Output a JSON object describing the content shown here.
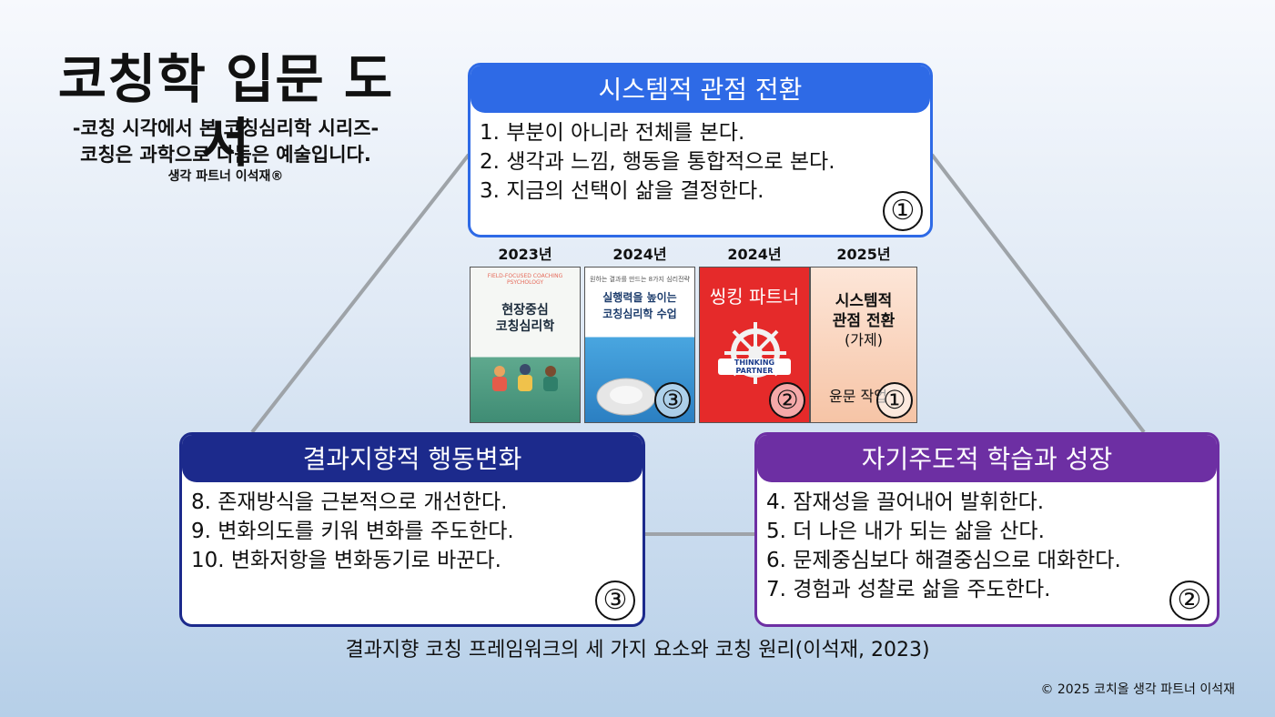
{
  "header": {
    "title": "코칭학 입문 도서",
    "subtitle": "-코칭 시각에서 본 코칭심리학 시리즈-",
    "tagline": "코칭은 과학으로 다듬은 예술입니다.",
    "author": "생각 파트너 이석재®"
  },
  "boxes": {
    "systemic": {
      "title": "시스템적 관점 전환",
      "items": [
        "1. 부분이 아니라 전체를 본다.",
        "2. 생각과 느낌, 행동을 통합적으로 본다.",
        "3. 지금의 선택이 삶을 결정한다."
      ],
      "number": "①"
    },
    "self_directed": {
      "title": "자기주도적 학습과 성장",
      "items": [
        "4. 잠재성을 끌어내어 발휘한다.",
        "5. 더 나은 내가 되는 삶을 산다.",
        "6. 문제중심보다 해결중심으로 대화한다.",
        "7. 경험과 성찰로 삶을 주도한다."
      ],
      "number": "②"
    },
    "result_oriented": {
      "title": "결과지향적 행동변화",
      "items": [
        "8. 존재방식을 근본적으로 개선한다.",
        "9. 변화의도를 키워 변화를 주도한다.",
        "10. 변화저항을 변화동기로 바꾼다."
      ],
      "number": "③"
    }
  },
  "books": [
    {
      "year": "2023년",
      "title_line1": "현장중심",
      "title_line2": "코칭심리학",
      "top_text": "FIELD-FOCUSED COACHING PSYCHOLOGY",
      "number": ""
    },
    {
      "year": "2024년",
      "title_line1": "실행력을 높이는",
      "title_line2": "코칭심리학 수업",
      "top_text": "원하는 결과를 만드는 8가지 심리전략",
      "number": "③"
    },
    {
      "year": "2024년",
      "title_line1": "씽킹 파트너",
      "title_line2": "THINKING PARTNER",
      "top_text": "",
      "number": "②"
    },
    {
      "year": "2025년",
      "title_line1": "시스템적",
      "title_line2": "관점 전환",
      "title_line3": "(가제)",
      "bottom_text": "윤문 작업",
      "number": "①"
    }
  ],
  "caption": "결과지향 코칭 프레임워크의 세 가지 요소와 코칭 원리(이석재, 2023)",
  "copyright": "© 2025 코치올 생각 파트너 이석재",
  "colors": {
    "systemic": "#2e6ae6",
    "self_directed": "#6d2fa3",
    "result_oriented": "#1c2a8c",
    "connector": "#9ea3a8"
  }
}
